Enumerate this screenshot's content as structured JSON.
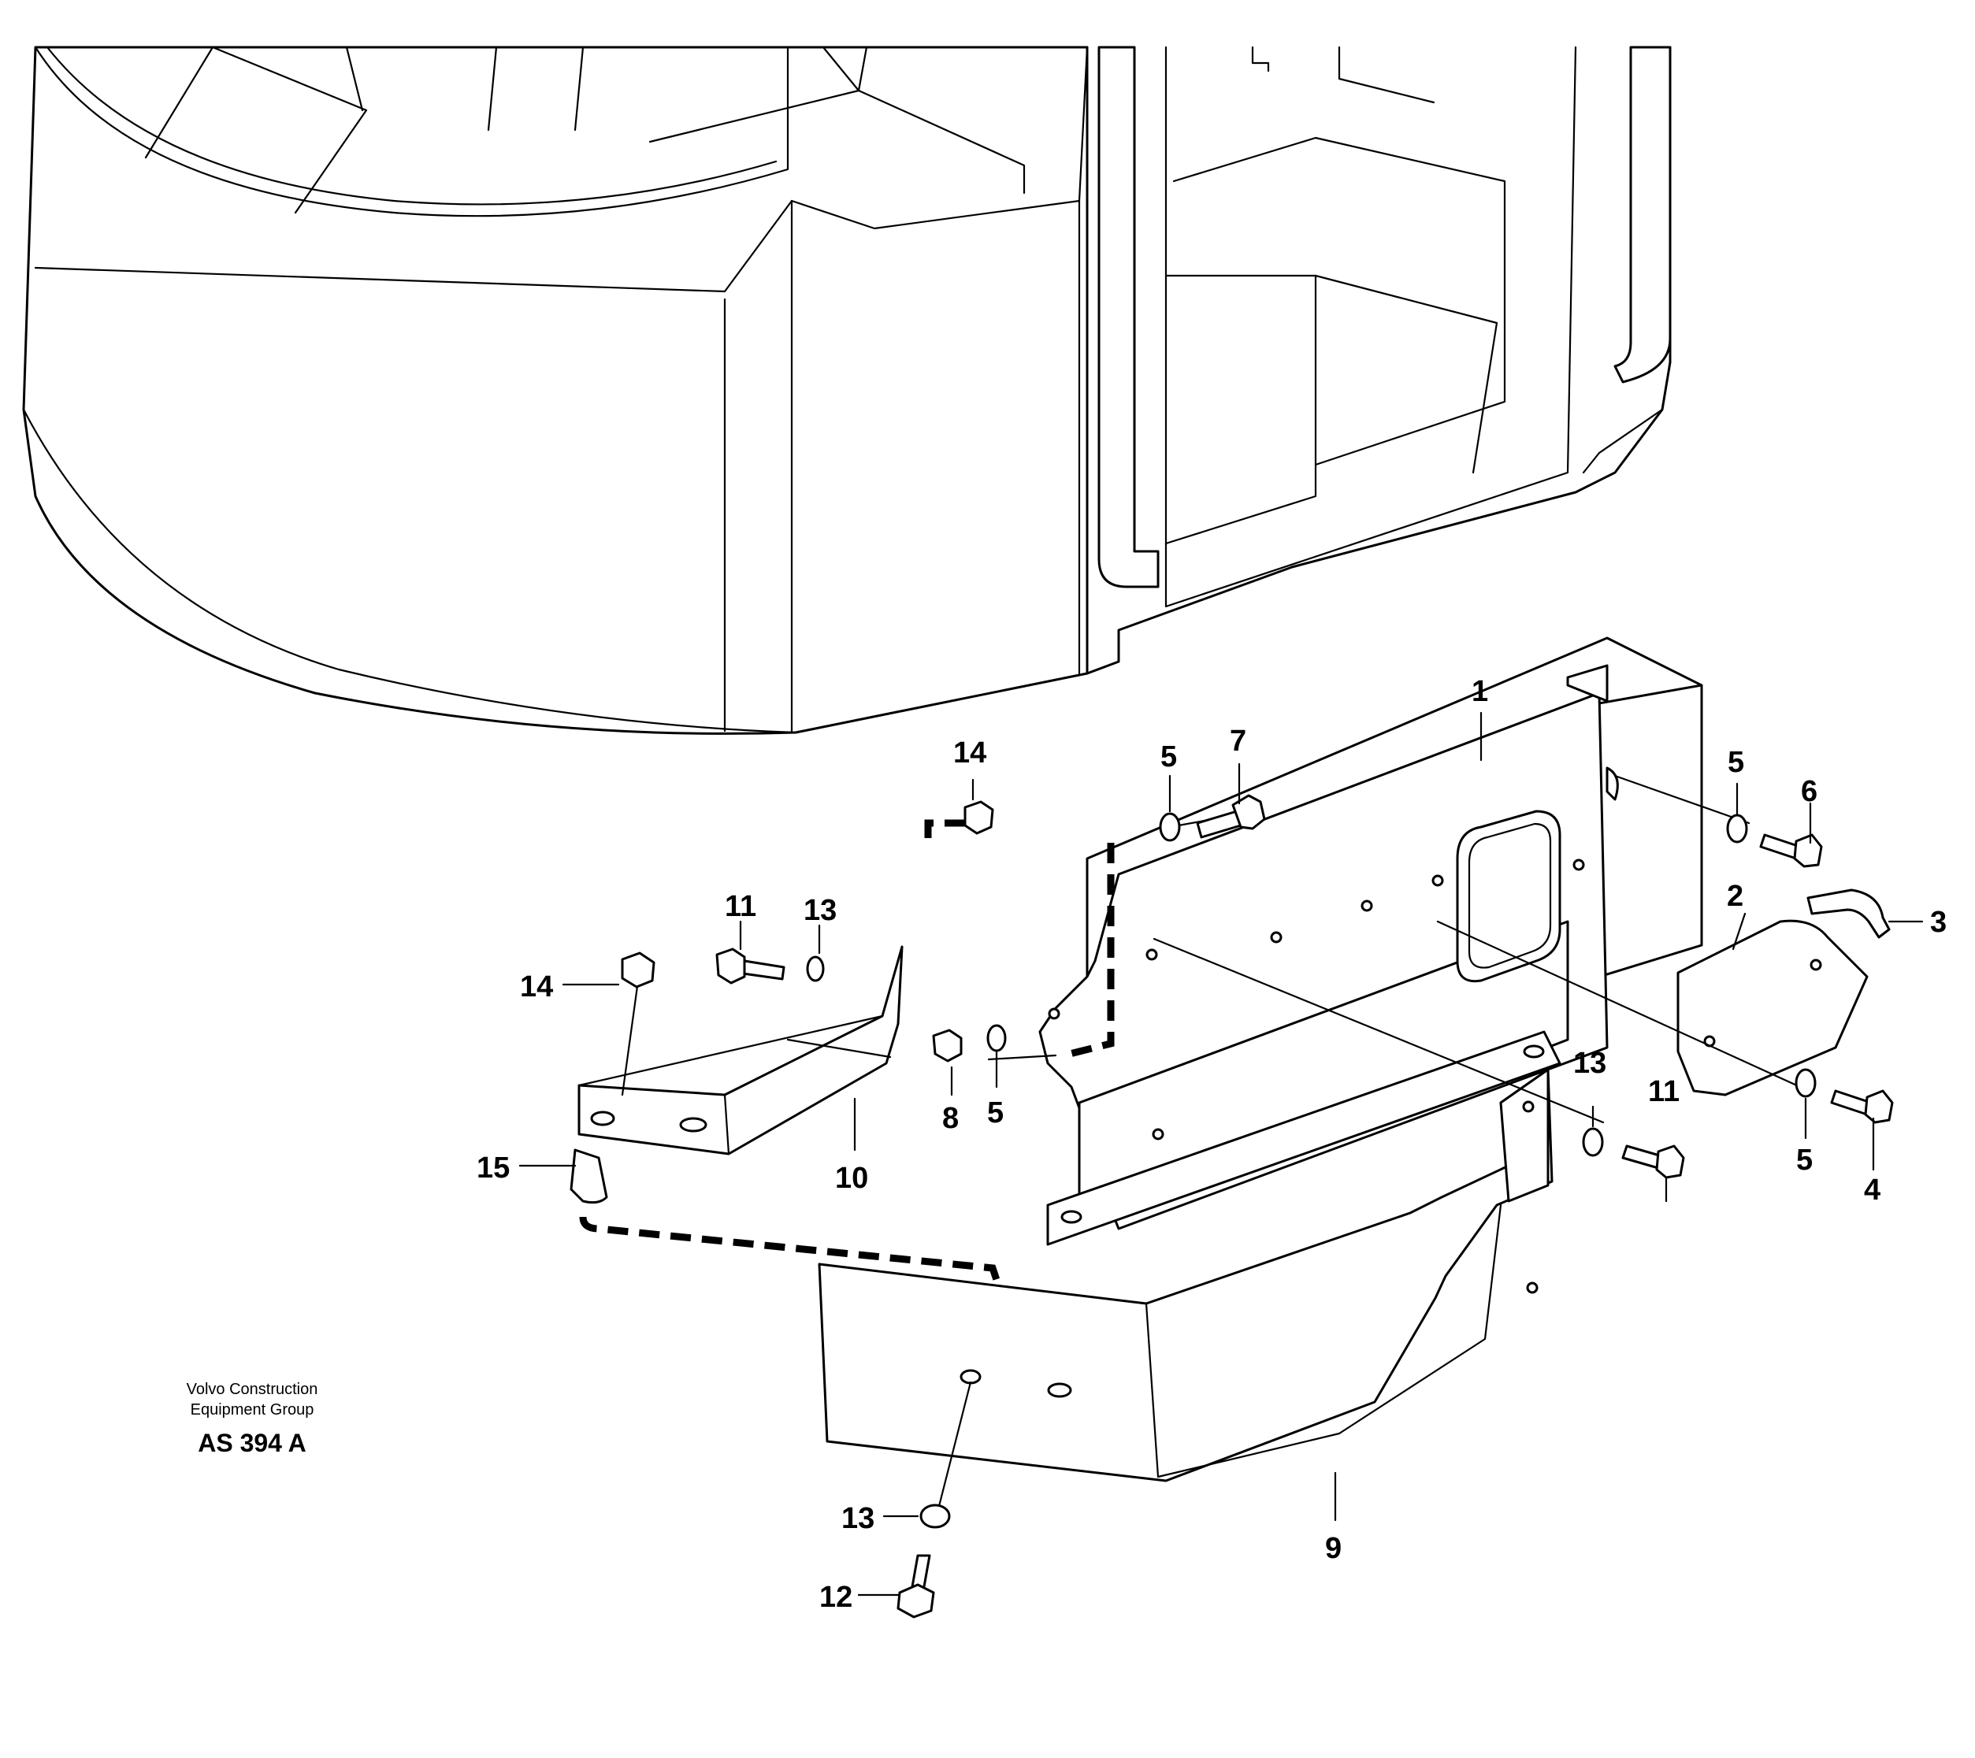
{
  "figure": {
    "publisher_line1": "Volvo Construction",
    "publisher_line2": "Equipment Group",
    "drawing_code": "AS 394 A"
  },
  "callouts": [
    {
      "id": "c1",
      "label": "1"
    },
    {
      "id": "c2",
      "label": "2"
    },
    {
      "id": "c3",
      "label": "3"
    },
    {
      "id": "c4",
      "label": "4"
    },
    {
      "id": "c5a",
      "label": "5"
    },
    {
      "id": "c5b",
      "label": "5"
    },
    {
      "id": "c5c",
      "label": "5"
    },
    {
      "id": "c5d",
      "label": "5"
    },
    {
      "id": "c6",
      "label": "6"
    },
    {
      "id": "c7",
      "label": "7"
    },
    {
      "id": "c8",
      "label": "8"
    },
    {
      "id": "c9",
      "label": "9"
    },
    {
      "id": "c10",
      "label": "10"
    },
    {
      "id": "c11a",
      "label": "11"
    },
    {
      "id": "c11b",
      "label": "11"
    },
    {
      "id": "c12",
      "label": "12"
    },
    {
      "id": "c13a",
      "label": "13"
    },
    {
      "id": "c13b",
      "label": "13"
    },
    {
      "id": "c13c",
      "label": "13"
    },
    {
      "id": "c14a",
      "label": "14"
    },
    {
      "id": "c14b",
      "label": "14"
    },
    {
      "id": "c15",
      "label": "15"
    }
  ]
}
